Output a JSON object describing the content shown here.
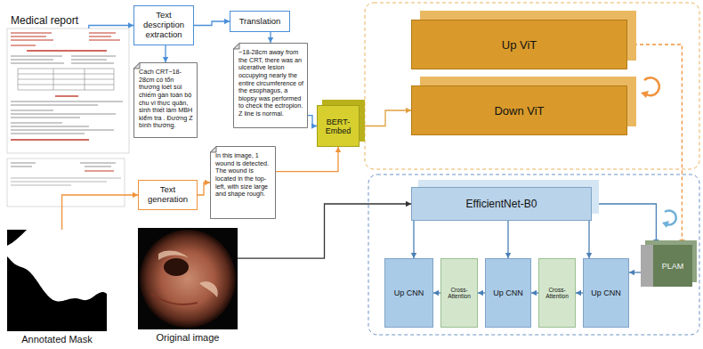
{
  "diagram": {
    "nodes": [
      {
        "text": [
          "Medical report"
        ]
      },
      {
        "text": [
          "Text description extraction"
        ]
      },
      {
        "text": [
          "Translation"
        ]
      },
      {
        "text": [
          "Cách CRT~18-28cm có tổn thương loét sùi chiếm gần toàn bộ chu vi thực quản, sinh thiết làm MBH kiểm tra . Đường Z bình thường."
        ]
      },
      {
        "text": [
          "~18-28cm away from the CRT, there was an ulcerative lesion occupying nearly the entire circumference of the esophagus, a biopsy was performed to check the ectropion. Z line is normal."
        ]
      },
      {
        "text": [
          "BERT-Embed"
        ]
      },
      {
        "text": [
          "Text generation"
        ]
      },
      {
        "text": [
          "In this image, 1 wound is detected. The wound is located in the top-left, with size large and shape rough."
        ]
      },
      {
        "text": [
          "Annotated Mask"
        ]
      },
      {
        "text": [
          "Original image"
        ]
      },
      {
        "text": [
          "Up ViT"
        ]
      },
      {
        "text": [
          "Down ViT"
        ]
      },
      {
        "text": [
          "EfficientNet-B0"
        ]
      },
      {
        "text": [
          "PLAM"
        ]
      },
      {
        "text": [
          "Up CNN"
        ]
      },
      {
        "text": [
          "Cross-Attention"
        ]
      },
      {
        "text": [
          "Up CNN"
        ]
      },
      {
        "text": [
          "Cross-Attention"
        ]
      },
      {
        "text": [
          "Up CNN"
        ]
      }
    ],
    "edges": [
      {
        "from": 0,
        "to": 1,
        "arrow": "to"
      },
      {
        "from": 1,
        "to": 2,
        "arrow": "to"
      },
      {
        "from": 1,
        "to": 3,
        "arrow": "to"
      },
      {
        "from": 2,
        "to": 4,
        "arrow": "to"
      },
      {
        "from": 4,
        "to": 5,
        "arrow": "to"
      },
      {
        "from": 8,
        "to": 6,
        "arrow": "to"
      },
      {
        "from": 6,
        "to": 7,
        "arrow": "to"
      },
      {
        "from": 7,
        "to": 5,
        "arrow": "to"
      },
      {
        "from": 5,
        "to": 11,
        "arrow": "to"
      },
      {
        "from": 9,
        "to": 12,
        "arrow": "to"
      },
      {
        "from": 10,
        "to": 13,
        "arrow": "to"
      },
      {
        "from": 12,
        "to": 13,
        "arrow": "to"
      },
      {
        "from": 12,
        "to": 14,
        "arrow": "to"
      },
      {
        "from": 12,
        "to": 16,
        "arrow": "to"
      },
      {
        "from": 12,
        "to": 18,
        "arrow": "to"
      },
      {
        "from": 13,
        "to": 18,
        "arrow": "to"
      },
      {
        "from": 18,
        "to": 17,
        "arrow": "to"
      },
      {
        "from": 17,
        "to": 16,
        "arrow": "to"
      },
      {
        "from": 16,
        "to": 15,
        "arrow": "to"
      },
      {
        "from": 15,
        "to": 14,
        "arrow": "to"
      }
    ]
  }
}
